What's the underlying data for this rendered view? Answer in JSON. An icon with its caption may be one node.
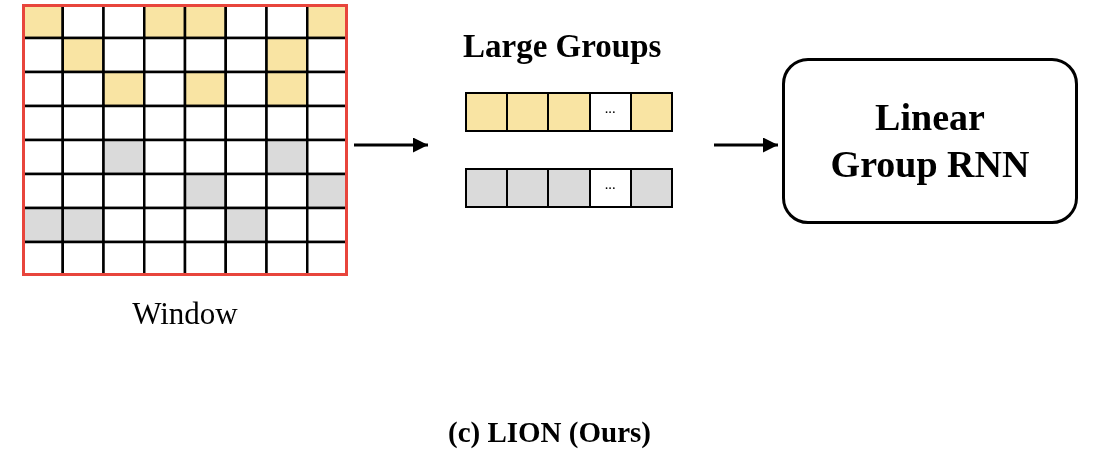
{
  "diagram": {
    "caption": "(c) LION (Ours)",
    "nodes": [
      {
        "text": [],
        "shape": "box",
        "beside": [
          "Window"
        ]
      },
      {
        "text": [
          "Large Groups"
        ]
      },
      {
        "text": [
          "···"
        ],
        "in": 1
      },
      {
        "text": [
          "···"
        ],
        "in": 1
      },
      {
        "text": [
          "Linear Group RNN"
        ]
      }
    ],
    "edges": [
      {
        "from": 0,
        "to": 1,
        "arrow": "to"
      },
      {
        "from": 1,
        "to": 4,
        "arrow": "to"
      }
    ]
  }
}
